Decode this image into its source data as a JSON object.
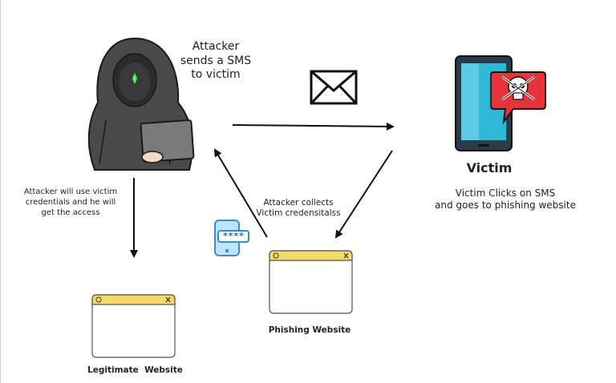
{
  "attacker": {
    "caption": "Attacker\nsends a SMS\nto victim",
    "use_text": "Attacker  will  use victim\ncredentials and he will\nget the access"
  },
  "victim": {
    "title": "Victim",
    "caption": "Victim Clicks on SMS\nand goes to phishing website"
  },
  "collect_text": "Attacker collects\nVictim credensitalss",
  "phishing_label": "Phishing Website",
  "legit_label": "Legitimate  Website",
  "password_mask": "****",
  "icons": [
    "hacker-icon",
    "envelope-icon",
    "smartphone-icon",
    "skull-icon",
    "password-phone-icon",
    "browser-window-icon"
  ],
  "colors": {
    "hood": "#4a4a4a",
    "phone_screen": "#2fb7d6",
    "alert_red": "#e8333b",
    "titlebar": "#f7d96a",
    "ink": "#222222"
  }
}
